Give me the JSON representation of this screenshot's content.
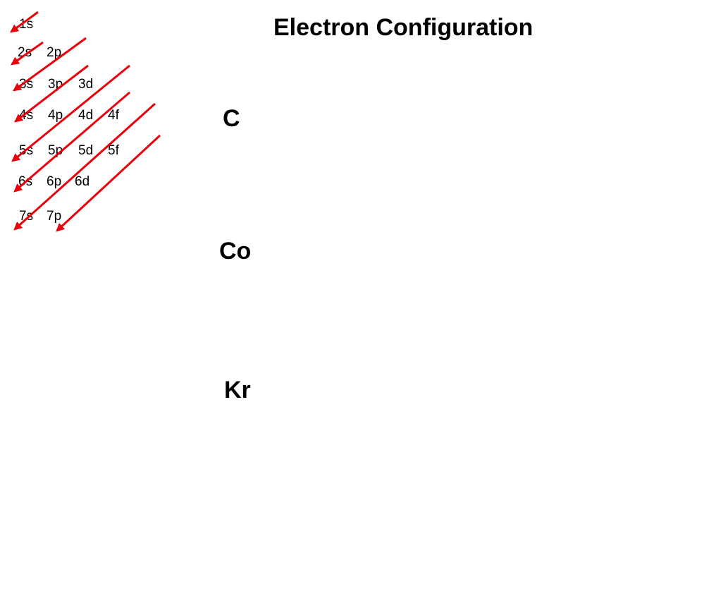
{
  "title": "Electron Configuration",
  "orbital_rows": [
    [
      "1s"
    ],
    [
      "2s",
      "2p"
    ],
    [
      "3s",
      "3p",
      "3d"
    ],
    [
      "4s",
      "4p",
      "4d",
      "4f"
    ],
    [
      "5s",
      "5p",
      "5d",
      "5f"
    ],
    [
      "6s",
      "6p",
      "6d"
    ],
    [
      "7s",
      "7p"
    ]
  ],
  "elements": [
    "C",
    "Co",
    "Kr"
  ],
  "colors": {
    "arrow": "#e8000b",
    "text": "#000000",
    "background": "#ffffff"
  }
}
